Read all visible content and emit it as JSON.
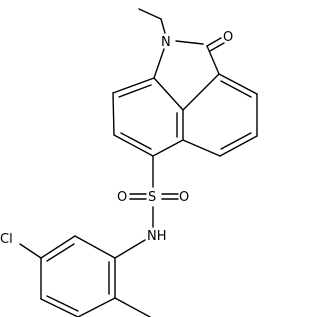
{
  "molecule": {
    "atoms": {
      "n_ring": "N",
      "o_carbonyl": "O",
      "s_sulfonyl": "S",
      "o_sulfonyl_left": "O",
      "o_sulfonyl_right": "O",
      "n_amide": "NH",
      "cl": "Cl"
    }
  },
  "colors": {
    "bond": "#000000",
    "label": "#000000",
    "background": "#ffffff"
  }
}
